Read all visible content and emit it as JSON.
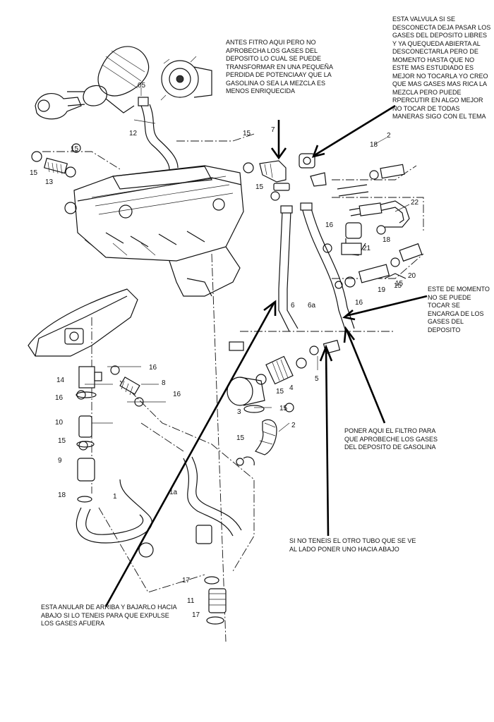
{
  "notes": {
    "valve": "ESTA VALVULA SI SE DESCONECTA DEJA PASAR LOS GASES DEL DEPOSITO LIBRES Y YA QUEQUEDA ABIERTA AL DESCONECTARLA PERO DE MOMENTO HASTA QUE NO ESTE MAS ESTUDIADO ES MEJOR NO TOCARLA YO CREO QUE MAS GASES MAS RICA LA MEZCLA PERO PUEDE RPERCUTIR EN ALGO MEJOR NO TOCAR DE TODAS MANERAS SIGO CON EL TEMA",
    "filter_before": "ANTES FITRO AQUI PERO NO APROBECHA LOS GASES DEL DEPOSITO LO CUAL SE PUEDE TRANSFORMAR EN UNA PEQUEÑA PERDIDA DE POTENCIAAY QUE LA GASOLINA O SEA LA MEZCLA ES MENOS ENRIQUECIDA",
    "no_touch": "ESTE DE MOMENTO NO SE PUEDE TOCAR SE ENCARGA DE LOS GASES DEL DEPOSITO",
    "put_filter": "PONER AQUI EL FILTRO PARA QUE APROBECHE LOS GASES DEL DEPOSITO DE GASOLINA",
    "other_tube": "SI NO TENEIS EL OTRO TUBO QUE SE VE AL LADO PONER UNO HACIA ABAJO",
    "ring": "ESTA ANULAR DE ARRIBA Y BAJARLO HACIA ABAJO SI LO TENEIS PARA QUE EXPULSE LOS GASES AFUERA"
  },
  "part_numbers": {
    "n05": "05",
    "n12": "12",
    "n15a": "15",
    "n15b": "15",
    "n13": "13",
    "n15c": "15",
    "n7": "7",
    "n15d": "15",
    "n2a": "2",
    "n18a": "18",
    "n22": "22",
    "n16a": "16",
    "n21": "21",
    "n18b": "18",
    "n20": "20",
    "n19": "19",
    "n15e": "15",
    "n16b": "16",
    "n6": "6",
    "n6a": "6a",
    "n14": "14",
    "n16c": "16",
    "n8": "8",
    "n16d": "16",
    "n16e": "16",
    "n10": "10",
    "n15f": "15",
    "n4": "4",
    "n15g": "15",
    "n5": "5",
    "n3": "3",
    "n15h": "15",
    "n2b": "2",
    "n9": "9",
    "n15i": "15",
    "n18c": "18",
    "n1": "1",
    "n1a": "1a",
    "n17a": "17",
    "n11": "11",
    "n17b": "17",
    "n15j": "15"
  }
}
